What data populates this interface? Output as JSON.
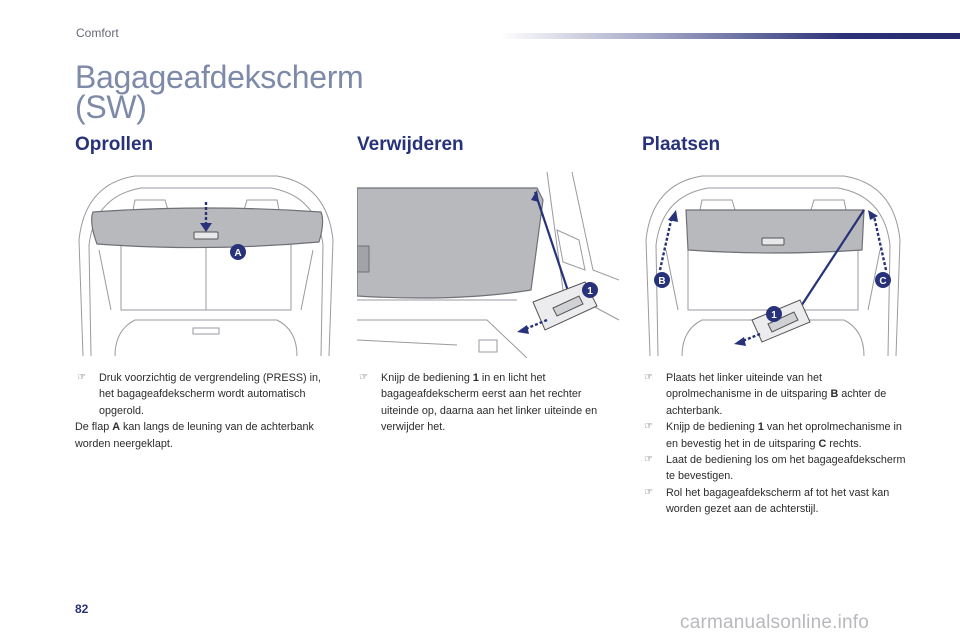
{
  "header": {
    "section": "Comfort"
  },
  "title": {
    "line1": "Bagageafdekscherm",
    "line2": "(SW)"
  },
  "columns": [
    {
      "heading": "Oprollen",
      "labels": [
        "A"
      ],
      "steps": [
        {
          "text": "Druk voorzichtig de vergrendeling (PRESS) in, het bagageafdekscherm wordt automatisch opgerold."
        }
      ],
      "note": {
        "prefix": "De flap ",
        "bold": "A",
        "suffix": " kan langs de leuning van de achterbank worden neergeklapt."
      }
    },
    {
      "heading": "Verwijderen",
      "labels": [
        "1"
      ],
      "steps": [
        {
          "prefix": "Knijp de bediening ",
          "bold": "1",
          "suffix": " in en licht het bagageafdekscherm eerst aan het rechter uiteinde op, daarna aan het linker uiteinde en verwijder het."
        }
      ]
    },
    {
      "heading": "Plaatsen",
      "labels": [
        "B",
        "C",
        "1"
      ],
      "steps": [
        {
          "prefix": "Plaats het linker uiteinde van het oprolmechanisme in de uitsparing ",
          "bold": "B",
          "suffix": " achter de achterbank."
        },
        {
          "prefix": "Knijp de bediening ",
          "bold": "1",
          "suffix": " van het oprolmechanisme in en bevestig het in de uitsparing ",
          "bold2": "C",
          "suffix2": " rechts."
        },
        {
          "text": "Laat de bediening los om het bagageafdekscherm te bevestigen."
        },
        {
          "text": "Rol het bagageafdekscherm af tot het vast kan worden gezet aan de achterstijl."
        }
      ]
    }
  ],
  "bullet_glyph": "☞",
  "footer": {
    "page_number": "82",
    "watermark": "carmanualsonline.info"
  },
  "colors": {
    "heading": "#27327a",
    "title": "#7d8aa8",
    "callout": "#27327a",
    "cover": "#b8b9bd"
  }
}
